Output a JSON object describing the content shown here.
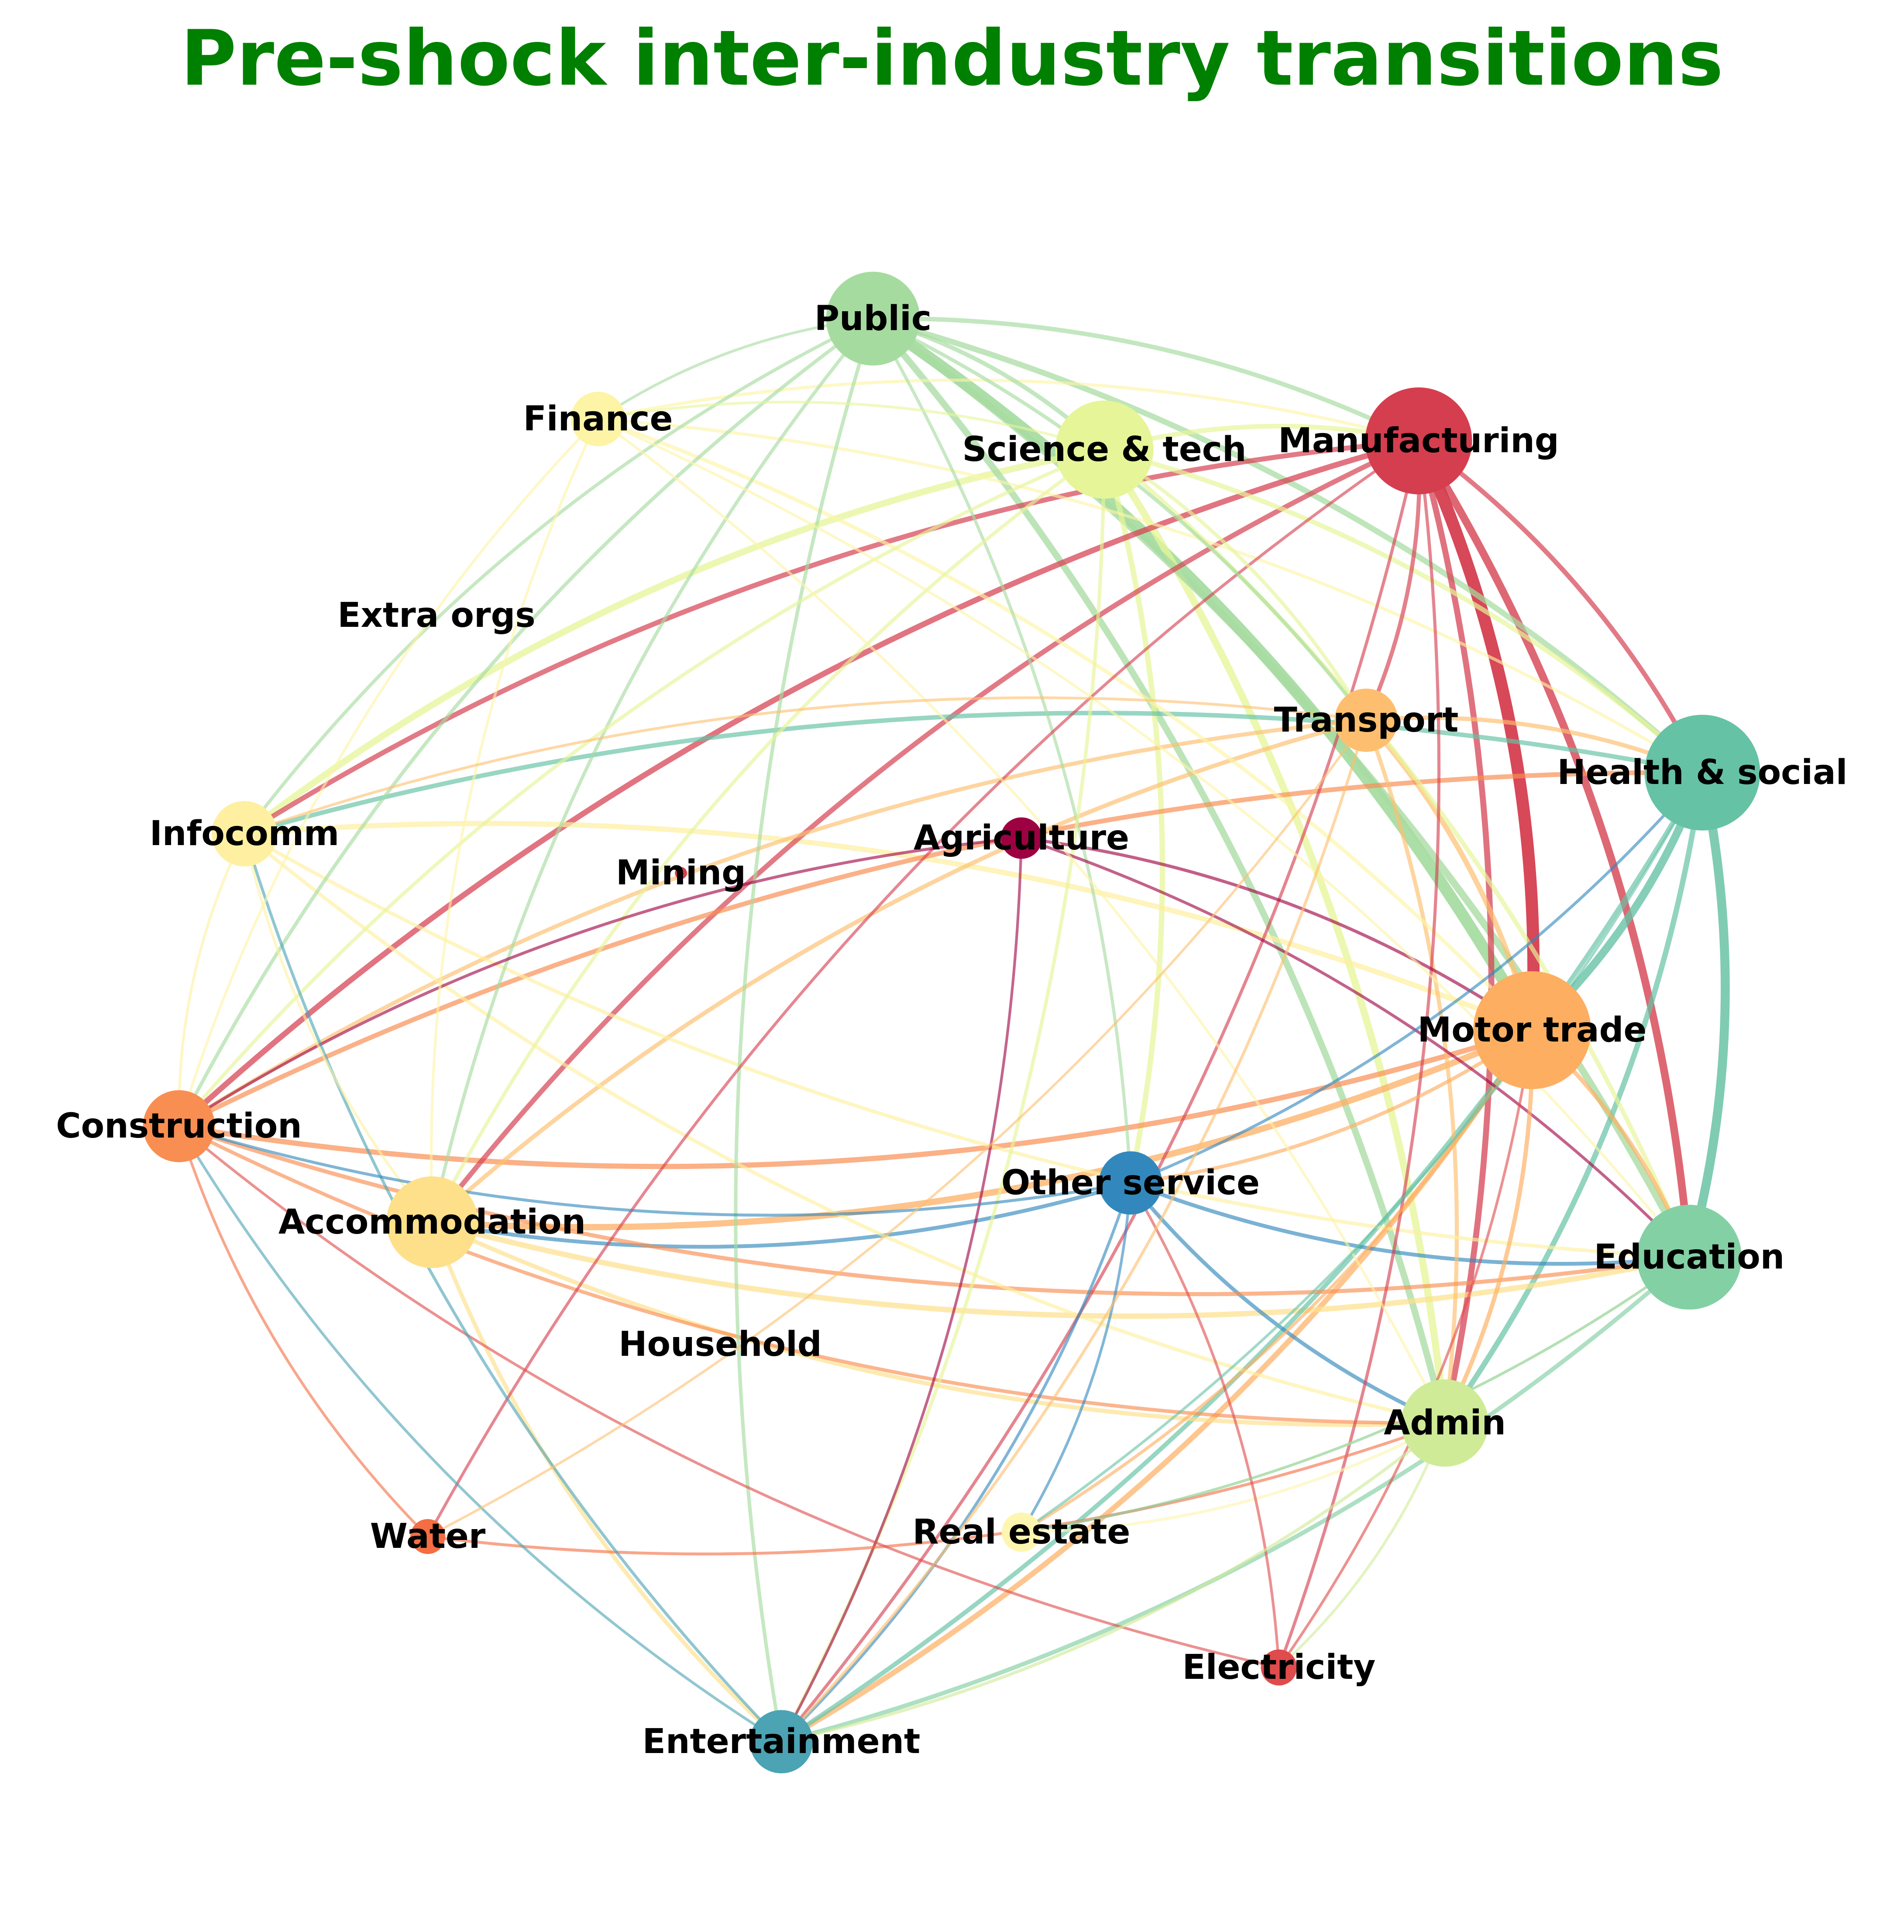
{
  "title": "Pre-shock inter-industry transitions",
  "nodes": [
    {
      "id": "public",
      "label": "Public",
      "color": "#a6dba0",
      "size": 0.78
    },
    {
      "id": "finance",
      "label": "Finance",
      "color": "#fdf4a6",
      "size": 0.42
    },
    {
      "id": "science",
      "label": "Science & tech",
      "color": "#e6f598",
      "size": 0.82
    },
    {
      "id": "manufacturing",
      "label": "Manufacturing",
      "color": "#d53e4f",
      "size": 0.9
    },
    {
      "id": "extra",
      "label": "Extra orgs",
      "color": "#fee08b",
      "size": 0.0
    },
    {
      "id": "transport",
      "label": "Transport",
      "color": "#fdbf6f",
      "size": 0.5
    },
    {
      "id": "health",
      "label": "Health & social",
      "color": "#66c2a5",
      "size": 0.98
    },
    {
      "id": "infocomm",
      "label": "Infocomm",
      "color": "#fef0a0",
      "size": 0.52
    },
    {
      "id": "agriculture",
      "label": "Agriculture",
      "color": "#9e0142",
      "size": 0.3
    },
    {
      "id": "mining",
      "label": "Mining",
      "color": "#d53e4f",
      "size": 0.03
    },
    {
      "id": "motor",
      "label": "Motor trade",
      "color": "#fdae61",
      "size": 1.0
    },
    {
      "id": "construction",
      "label": "Construction",
      "color": "#f98e52",
      "size": 0.58
    },
    {
      "id": "otherservice",
      "label": "Other service",
      "color": "#3288bd",
      "size": 0.5
    },
    {
      "id": "accommodation",
      "label": "Accommodation",
      "color": "#fee08b",
      "size": 0.76
    },
    {
      "id": "education",
      "label": "Education",
      "color": "#84d0a5",
      "size": 0.88
    },
    {
      "id": "household",
      "label": "Household",
      "color": "#fee08b",
      "size": 0.0
    },
    {
      "id": "admin",
      "label": "Admin",
      "color": "#cfeb98",
      "size": 0.72
    },
    {
      "id": "water",
      "label": "Water",
      "color": "#f46d43",
      "size": 0.24
    },
    {
      "id": "realestate",
      "label": "Real estate",
      "color": "#fef6b0",
      "size": 0.28
    },
    {
      "id": "electricity",
      "label": "Electricity",
      "color": "#e04b4b",
      "size": 0.25
    },
    {
      "id": "entertainment",
      "label": "Entertainment",
      "color": "#4ba3b4",
      "size": 0.5
    }
  ],
  "edges": [
    {
      "s": "manufacturing",
      "t": "motor",
      "w": 1.0
    },
    {
      "s": "public",
      "t": "motor",
      "w": 0.95
    },
    {
      "s": "health",
      "t": "education",
      "w": 0.72
    },
    {
      "s": "manufacturing",
      "t": "education",
      "w": 0.6
    },
    {
      "s": "health",
      "t": "motor",
      "w": 0.62
    },
    {
      "s": "science",
      "t": "admin",
      "w": 0.55
    },
    {
      "s": "public",
      "t": "education",
      "w": 0.55
    },
    {
      "s": "science",
      "t": "infocomm",
      "w": 0.5
    },
    {
      "s": "public",
      "t": "admin",
      "w": 0.5
    },
    {
      "s": "motor",
      "t": "accommodation",
      "w": 0.48
    },
    {
      "s": "motor",
      "t": "entertainment",
      "w": 0.4
    },
    {
      "s": "science",
      "t": "otherservice",
      "w": 0.4
    },
    {
      "s": "public",
      "t": "health",
      "w": 0.42
    },
    {
      "s": "manufacturing",
      "t": "construction",
      "w": 0.42
    },
    {
      "s": "manufacturing",
      "t": "admin",
      "w": 0.45
    },
    {
      "s": "health",
      "t": "admin",
      "w": 0.4
    },
    {
      "s": "accommodation",
      "t": "education",
      "w": 0.4
    },
    {
      "s": "infocomm",
      "t": "motor",
      "w": 0.38
    },
    {
      "s": "transport",
      "t": "motor",
      "w": 0.38
    },
    {
      "s": "construction",
      "t": "motor",
      "w": 0.38
    },
    {
      "s": "manufacturing",
      "t": "infocomm",
      "w": 0.36
    },
    {
      "s": "manufacturing",
      "t": "accommodation",
      "w": 0.36
    },
    {
      "s": "construction",
      "t": "health",
      "w": 0.34
    },
    {
      "s": "public",
      "t": "manufacturing",
      "w": 0.32
    },
    {
      "s": "science",
      "t": "manufacturing",
      "w": 0.34
    },
    {
      "s": "health",
      "t": "infocomm",
      "w": 0.32
    },
    {
      "s": "health",
      "t": "entertainment",
      "w": 0.32
    },
    {
      "s": "education",
      "t": "entertainment",
      "w": 0.3
    },
    {
      "s": "accommodation",
      "t": "admin",
      "w": 0.3
    },
    {
      "s": "accommodation",
      "t": "entertainment",
      "w": 0.28
    },
    {
      "s": "otherservice",
      "t": "accommodation",
      "w": 0.26
    },
    {
      "s": "otherservice",
      "t": "education",
      "w": 0.26
    },
    {
      "s": "otherservice",
      "t": "admin",
      "w": 0.26
    },
    {
      "s": "manufacturing",
      "t": "health",
      "w": 0.34
    },
    {
      "s": "science",
      "t": "health",
      "w": 0.34
    },
    {
      "s": "science",
      "t": "education",
      "w": 0.32
    },
    {
      "s": "transport",
      "t": "health",
      "w": 0.3
    },
    {
      "s": "transport",
      "t": "admin",
      "w": 0.28
    },
    {
      "s": "transport",
      "t": "construction",
      "w": 0.28
    },
    {
      "s": "transport",
      "t": "accommodation",
      "w": 0.3
    },
    {
      "s": "construction",
      "t": "education",
      "w": 0.28
    },
    {
      "s": "construction",
      "t": "admin",
      "w": 0.24
    },
    {
      "s": "infocomm",
      "t": "admin",
      "w": 0.24
    },
    {
      "s": "infocomm",
      "t": "education",
      "w": 0.24
    },
    {
      "s": "finance",
      "t": "motor",
      "w": 0.26
    },
    {
      "s": "finance",
      "t": "manufacturing",
      "w": 0.2
    },
    {
      "s": "finance",
      "t": "health",
      "w": 0.2
    },
    {
      "s": "public",
      "t": "entertainment",
      "w": 0.24
    },
    {
      "s": "public",
      "t": "construction",
      "w": 0.24
    },
    {
      "s": "public",
      "t": "infocomm",
      "w": 0.22
    },
    {
      "s": "public",
      "t": "accommodation",
      "w": 0.22
    },
    {
      "s": "public",
      "t": "otherservice",
      "w": 0.2
    },
    {
      "s": "science",
      "t": "entertainment",
      "w": 0.24
    },
    {
      "s": "science",
      "t": "construction",
      "w": 0.24
    },
    {
      "s": "science",
      "t": "accommodation",
      "w": 0.24
    },
    {
      "s": "manufacturing",
      "t": "entertainment",
      "w": 0.2
    },
    {
      "s": "manufacturing",
      "t": "water",
      "w": 0.18
    },
    {
      "s": "manufacturing",
      "t": "electricity",
      "w": 0.2
    },
    {
      "s": "motor",
      "t": "realestate",
      "w": 0.2
    },
    {
      "s": "motor",
      "t": "otherservice",
      "w": 0.24
    },
    {
      "s": "agriculture",
      "t": "motor",
      "w": 0.2
    },
    {
      "s": "agriculture",
      "t": "education",
      "w": 0.18
    },
    {
      "s": "agriculture",
      "t": "construction",
      "w": 0.18
    },
    {
      "s": "agriculture",
      "t": "entertainment",
      "w": 0.16
    },
    {
      "s": "realestate",
      "t": "admin",
      "w": 0.18
    },
    {
      "s": "realestate",
      "t": "education",
      "w": 0.16
    },
    {
      "s": "water",
      "t": "admin",
      "w": 0.18
    },
    {
      "s": "water",
      "t": "construction",
      "w": 0.16
    },
    {
      "s": "electricity",
      "t": "construction",
      "w": 0.16
    },
    {
      "s": "electricity",
      "t": "motor",
      "w": 0.16
    },
    {
      "s": "electricity",
      "t": "otherservice",
      "w": 0.16
    },
    {
      "s": "entertainment",
      "t": "infocomm",
      "w": 0.18
    },
    {
      "s": "entertainment",
      "t": "construction",
      "w": 0.16
    },
    {
      "s": "finance",
      "t": "accommodation",
      "w": 0.16
    },
    {
      "s": "finance",
      "t": "construction",
      "w": 0.16
    },
    {
      "s": "finance",
      "t": "admin",
      "w": 0.16
    },
    {
      "s": "finance",
      "t": "education",
      "w": 0.16
    },
    {
      "s": "infocomm",
      "t": "construction",
      "w": 0.16
    },
    {
      "s": "infocomm",
      "t": "accommodation",
      "w": 0.16
    },
    {
      "s": "otherservice",
      "t": "construction",
      "w": 0.18
    },
    {
      "s": "otherservice",
      "t": "entertainment",
      "w": 0.18
    },
    {
      "s": "otherservice",
      "t": "health",
      "w": 0.18
    },
    {
      "s": "otherservice",
      "t": "realestate",
      "w": 0.16
    },
    {
      "s": "admin",
      "t": "entertainment",
      "w": 0.2
    },
    {
      "s": "admin",
      "t": "electricity",
      "w": 0.16
    },
    {
      "s": "education",
      "t": "realestate",
      "w": 0.16
    },
    {
      "s": "health",
      "t": "realestate",
      "w": 0.16
    },
    {
      "s": "transport",
      "t": "entertainment",
      "w": 0.18
    },
    {
      "s": "transport",
      "t": "infocomm",
      "w": 0.16
    },
    {
      "s": "transport",
      "t": "water",
      "w": 0.14
    },
    {
      "s": "science",
      "t": "finance",
      "w": 0.16
    },
    {
      "s": "public",
      "t": "finance",
      "w": 0.16
    },
    {
      "s": "public",
      "t": "science",
      "w": 0.3
    },
    {
      "s": "public",
      "t": "transport",
      "w": 0.24
    },
    {
      "s": "science",
      "t": "transport",
      "w": 0.24
    },
    {
      "s": "manufacturing",
      "t": "transport",
      "w": 0.28
    },
    {
      "s": "motor",
      "t": "education",
      "w": 0.3
    },
    {
      "s": "motor",
      "t": "admin",
      "w": 0.3
    }
  ]
}
